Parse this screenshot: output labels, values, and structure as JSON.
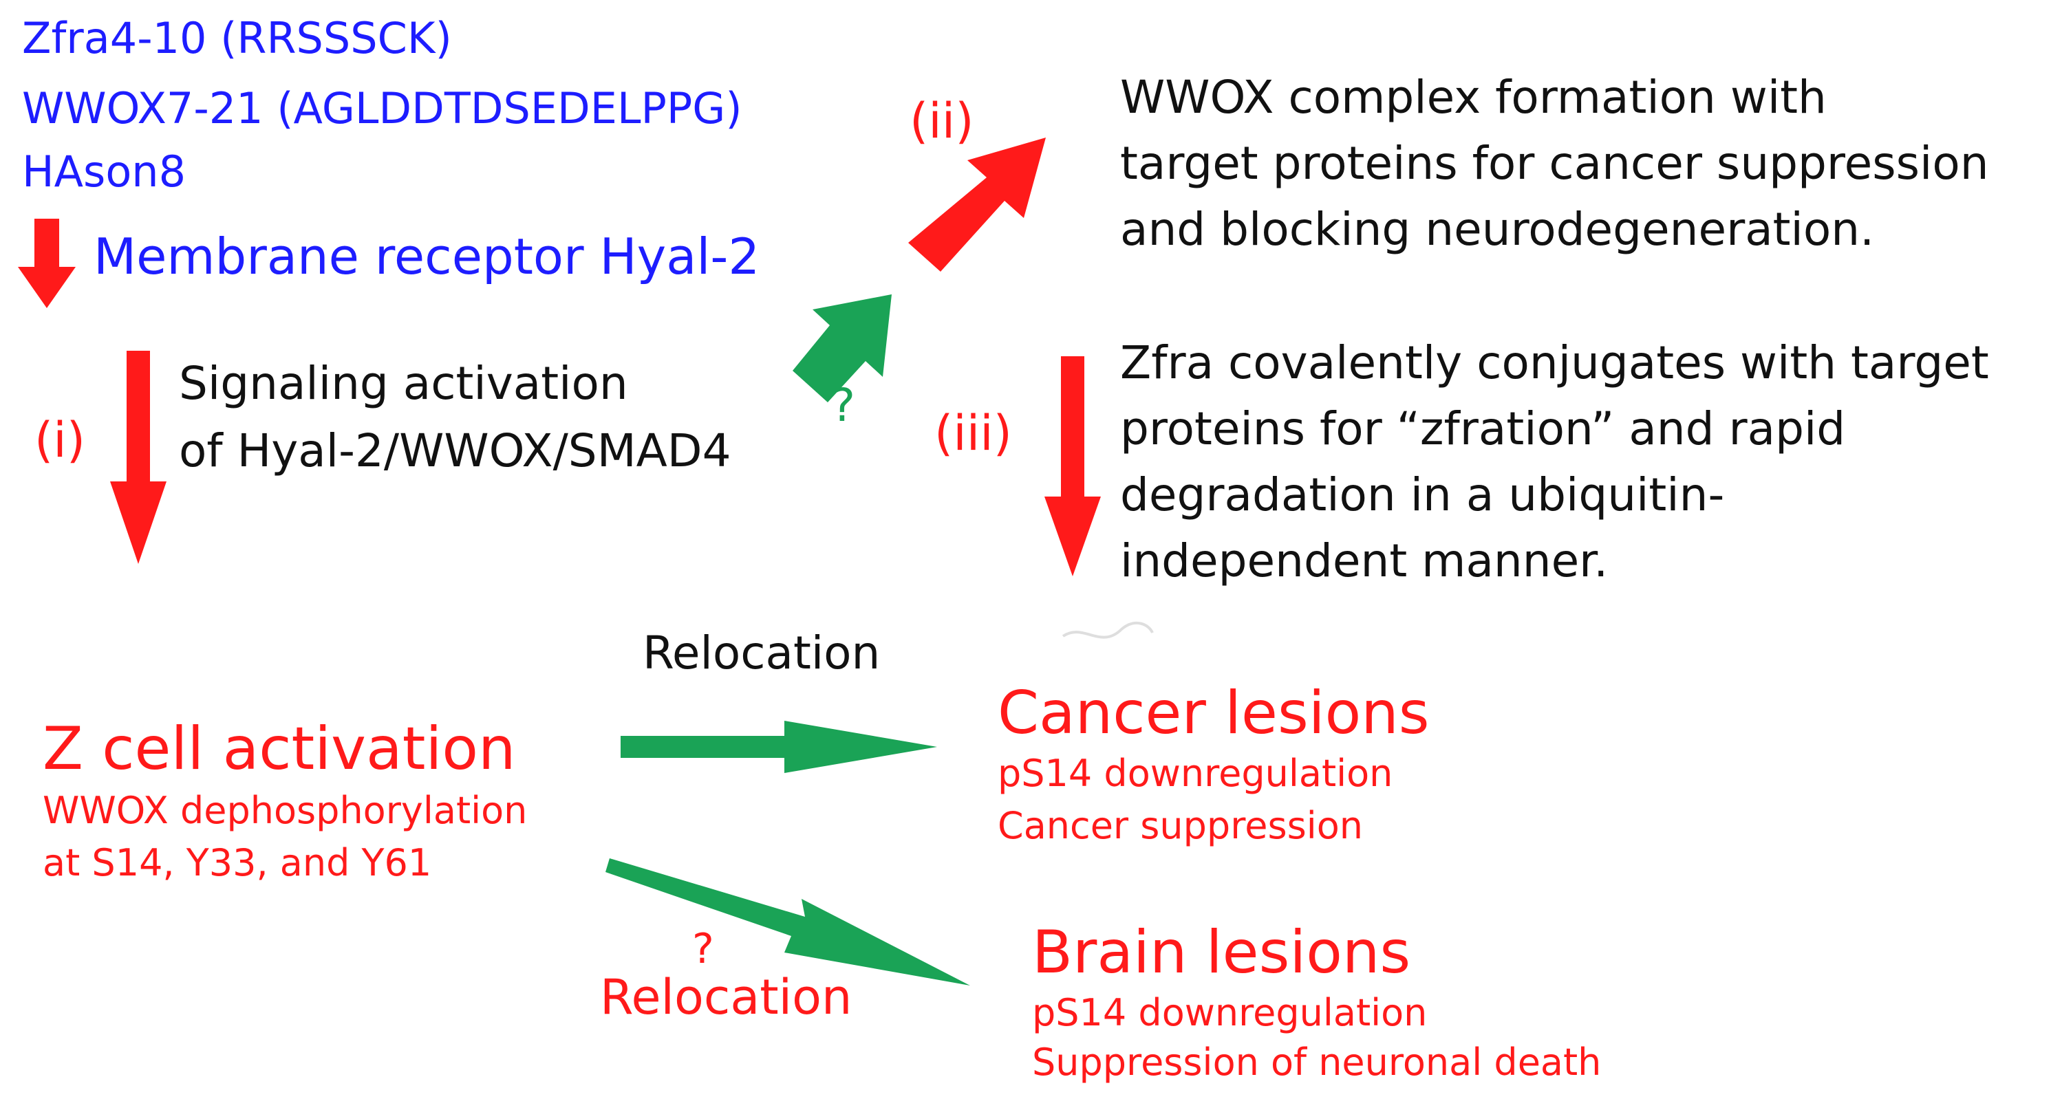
{
  "colors": {
    "blue": "#1d1dff",
    "red": "#ff1a1a",
    "green": "#1aa356",
    "black": "#111111"
  },
  "inputs": {
    "line1": "Zfra4-10 (RRSSSCK)",
    "line2": "WWOX7-21 (AGLDDTDSEDELPPG)",
    "line3": "HAson8",
    "receptor": "Membrane receptor Hyal-2"
  },
  "step_i": {
    "label": "(i)",
    "text_line1": "Signaling activation",
    "text_line2": "of Hyal-2/WWOX/SMAD4"
  },
  "step_ii": {
    "label": "(ii)",
    "question": "?",
    "text_line1": "WWOX complex formation with",
    "text_line2": "target proteins for cancer suppression",
    "text_line3": "and blocking neurodegeneration."
  },
  "step_iii": {
    "label": "(iii)",
    "text_line1": "Zfra covalently conjugates with target",
    "text_line2": "proteins for “zfration” and rapid",
    "text_line3": "degradation in a ubiquitin-",
    "text_line4": "independent manner."
  },
  "z_cell": {
    "title": "Z cell activation",
    "sub_line1": "WWOX dephosphorylation",
    "sub_line2": "at S14, Y33, and Y61"
  },
  "relocation_top": "Relocation",
  "relocation_bottom": {
    "question": "?",
    "label": "Relocation"
  },
  "cancer": {
    "title": "Cancer lesions",
    "sub_line1": "pS14 downregulation",
    "sub_line2": "Cancer suppression"
  },
  "brain": {
    "title": "Brain lesions",
    "sub_line1": "pS14 downregulation",
    "sub_line2": "Suppression of neuronal death"
  }
}
